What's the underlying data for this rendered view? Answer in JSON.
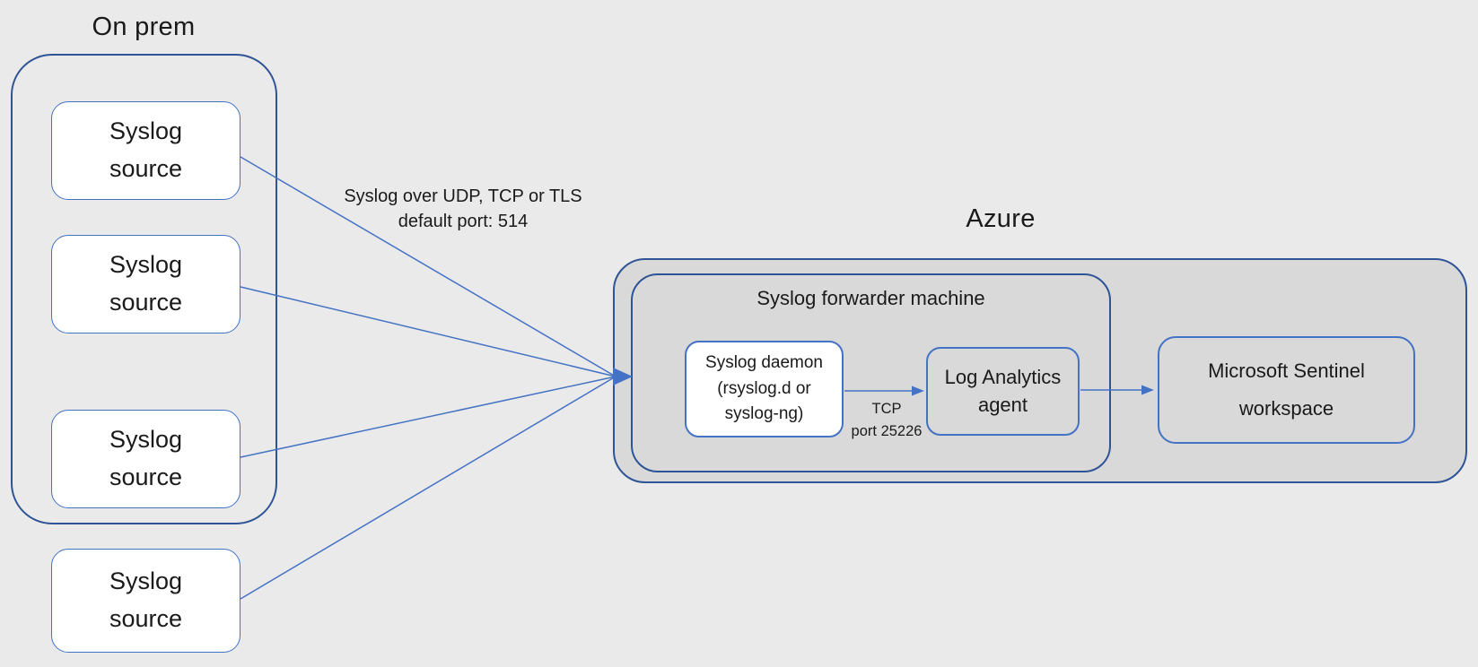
{
  "colors": {
    "page_bg": "#eaeaea",
    "container_border": "#2e5496",
    "box_border": "#4472c4",
    "arrow": "#4472c4",
    "container_fill": "#d9d9d9",
    "box_fill": "#ffffff",
    "text": "#1a1a1a"
  },
  "on_prem": {
    "title": "On prem",
    "sources": [
      {
        "label": "Syslog\nsource"
      },
      {
        "label": "Syslog\nsource"
      },
      {
        "label": "Syslog\nsource"
      },
      {
        "label": "Syslog\nsource"
      }
    ]
  },
  "azure": {
    "title": "Azure",
    "forwarder": {
      "title": "Syslog forwarder machine",
      "daemon_label": "Syslog daemon\n(rsyslog.d or\nsyslog-ng)",
      "agent_label": "Log Analytics\nagent"
    },
    "sentinel_label": "Microsoft Sentinel\nworkspace"
  },
  "edge_labels": {
    "transport": "Syslog over UDP, TCP or TLS\ndefault port: 514",
    "tcp": "TCP\nport 25226"
  }
}
